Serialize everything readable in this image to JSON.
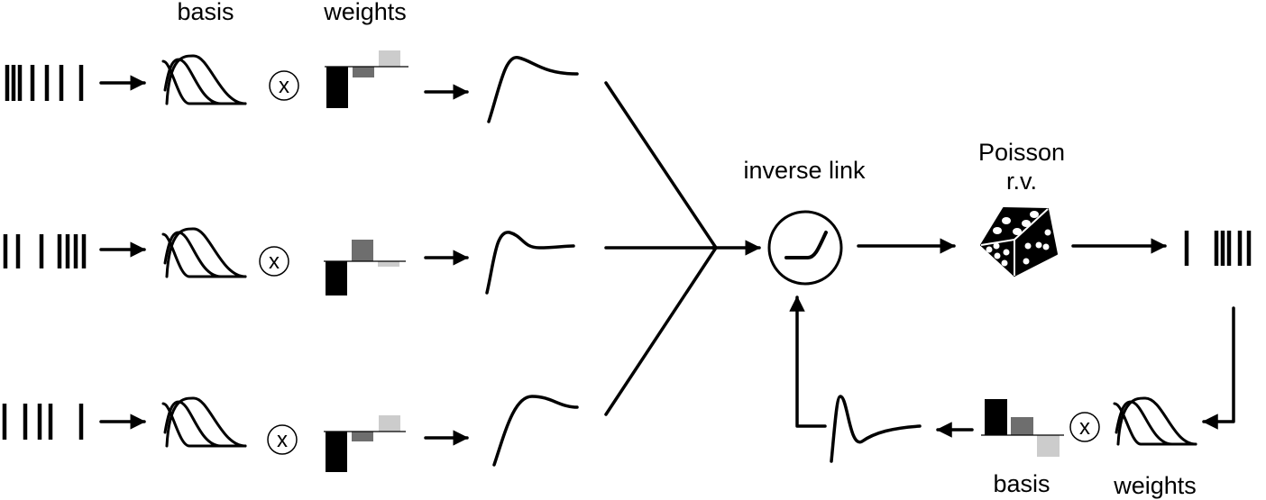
{
  "labels": {
    "basis_top": "basis",
    "weights_top": "weights",
    "inverse_link": "inverse link",
    "poisson_line1": "Poisson",
    "poisson_line2": "r.v.",
    "basis_bottom": "basis",
    "weights_bottom": "weights",
    "times_symbol": "x"
  },
  "colors": {
    "ink": "#000000",
    "basis_dark": "#000000",
    "basis_mid": "#666666",
    "basis_light": "#c8c8c8",
    "weight_black": "#000000",
    "weight_grey": "#6e6e6e",
    "weight_light": "#cccccc"
  },
  "icons": {
    "multiply": "circled-x-icon",
    "dice": "dice-icon",
    "nonlinearity": "softplus-circle-icon"
  }
}
